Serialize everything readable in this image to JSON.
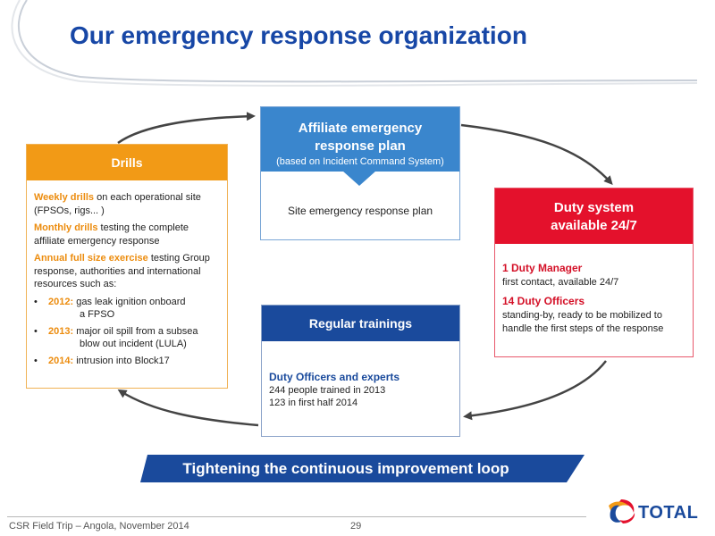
{
  "title": "Our emergency response organization",
  "drills": {
    "heading": "Drills",
    "weekly": {
      "label": "Weekly drills",
      "text": " on each operational site (FPSOs, rigs... )"
    },
    "monthly": {
      "label": "Monthly drills",
      "text": " testing the complete affiliate emergency response"
    },
    "annual": {
      "label": "Annual full size exercise",
      "text": " testing Group response, authorities and international resources such as:"
    },
    "items": [
      {
        "year": "2012:",
        "line1": " gas leak ignition onboard",
        "line2": "a FPSO"
      },
      {
        "year": "2013:",
        "line1": " major oil spill from a subsea",
        "line2": "blow out incident (LULA)"
      },
      {
        "year": "2014:",
        "line1": " intrusion into Block17",
        "line2": ""
      }
    ]
  },
  "affiliate": {
    "line1": "Affiliate emergency",
    "line2": "response plan",
    "subtitle": "(based on Incident Command System)",
    "body": "Site emergency response plan"
  },
  "duty": {
    "line1": "Duty system",
    "line2": "available 24/7",
    "manager_label": "1 Duty Manager",
    "manager_text": "first contact, available 24/7",
    "officers_label": "14 Duty Officers",
    "officers_text": "standing-by, ready to be mobilized to handle the first steps of the response"
  },
  "trainings": {
    "heading": "Regular trainings",
    "label": "Duty Officers and experts",
    "line1": "244 people trained in 2013",
    "line2": "123 in first half 2014"
  },
  "banner": "Tightening the continuous improvement loop",
  "footer": {
    "text": "CSR Field Trip – Angola, November 2014",
    "page": "29"
  },
  "logo": {
    "text": "TOTAL",
    "colors": [
      "#e4112c",
      "#f29a16",
      "#1a4a9c"
    ]
  },
  "colors": {
    "title": "#1747a6",
    "drills": "#f29a16",
    "affiliate": "#3a86cd",
    "duty": "#e4112c",
    "trainings": "#1a4a9c"
  }
}
